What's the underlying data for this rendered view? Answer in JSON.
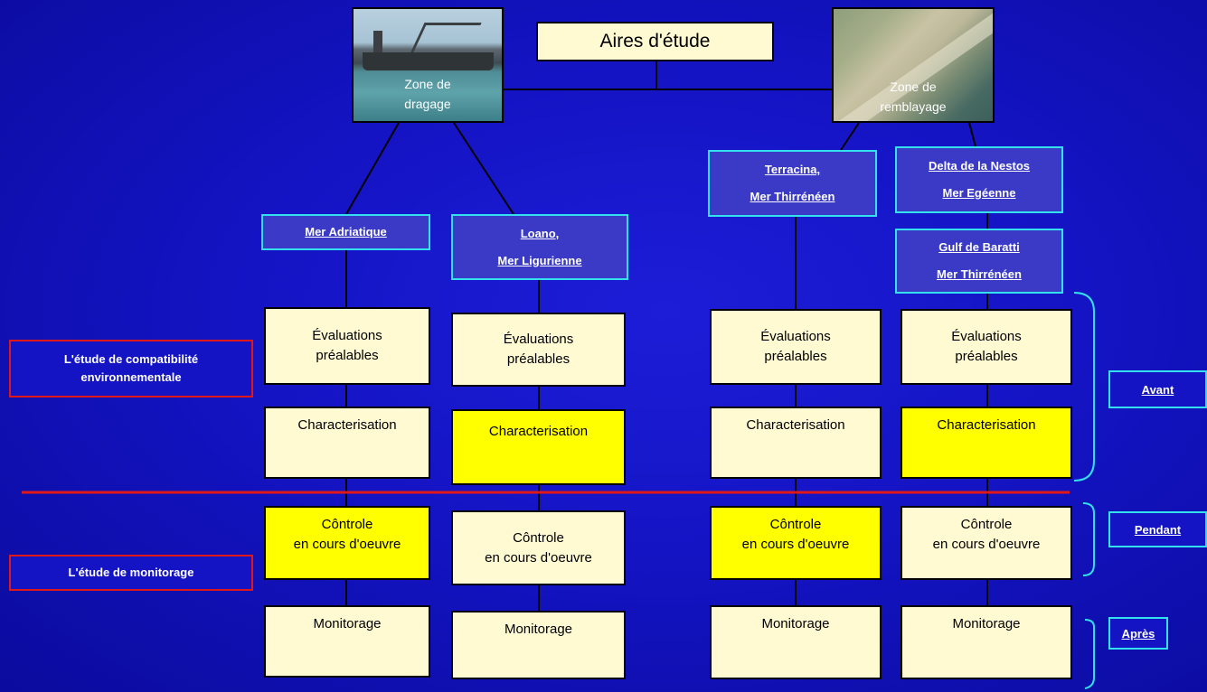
{
  "title": "Aires d'étude",
  "zones": {
    "dredging": "Zone de\ndragage",
    "fill": "Zone de\nremblayage"
  },
  "locations": {
    "adriatique": [
      "Mer Adriatique"
    ],
    "loano": [
      "Loano,",
      "Mer Ligurienne"
    ],
    "terracina": [
      "Terracina,",
      "Mer Thirrénéen"
    ],
    "nestos": [
      "Delta de la Nestos",
      "Mer Egéenne"
    ],
    "baratti": [
      "Gulf de Baratti",
      "Mer Thirrénéen"
    ]
  },
  "steps": {
    "evaluations": "Évaluations\npréalables",
    "characterisation": "Characterisation",
    "controle": "Côntrole\nen cours d'oeuvre",
    "monitorage": "Monitorage"
  },
  "studies": {
    "compatibility": "L'étude de compatibilité\nenvironnementale",
    "monitoring": "L'étude de monitorage"
  },
  "phases": {
    "before": "Avant",
    "during": "Pendant",
    "after": "Après"
  },
  "colors": {
    "background": "#1414c4",
    "box_cream": "#fffad2",
    "box_highlight": "#ffff00",
    "location_border": "#33e0ee",
    "study_border": "#e01818",
    "separator": "#e01818"
  }
}
